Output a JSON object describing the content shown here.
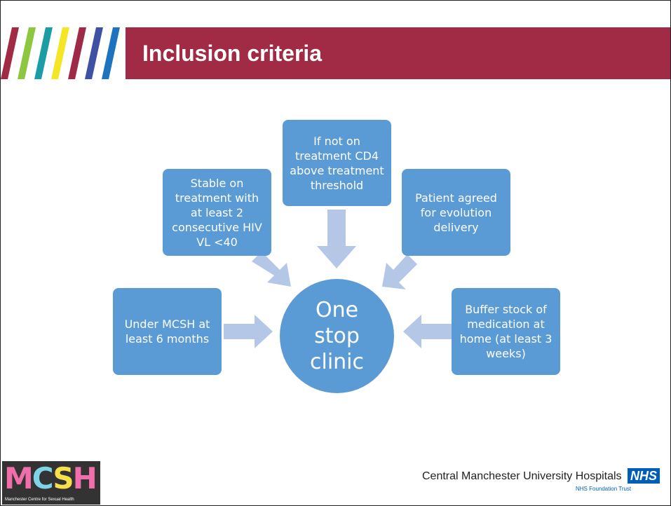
{
  "slide": {
    "title": "Inclusion criteria"
  },
  "diagram": {
    "center": "One stop clinic",
    "boxes": {
      "top": "If not on treatment CD4 above treatment threshold",
      "upper_left": "Stable on treatment with at least 2 consecutive HIV VL <40",
      "upper_right": "Patient agreed for evolution delivery",
      "left": "Under MCSH at least 6 months",
      "right": "Buffer stock of medication at home (at least 3 weeks)"
    }
  },
  "footer": {
    "logo_letters": "MCSH",
    "logo_subtitle": "Manchester Centre for Sexual Health",
    "hospital": "Central Manchester University Hospitals",
    "nhs_badge": "NHS",
    "trust": "NHS Foundation Trust"
  },
  "colors": {
    "title_bar": "#a12a45",
    "box": "#5b9bd5",
    "arrow": "#b4c7e7",
    "stripes": [
      "#a12a45",
      "#8dc63f",
      "#1b9ea3",
      "#f5e625",
      "#9e2a48",
      "#3f51a2",
      "#1d73bd"
    ]
  }
}
